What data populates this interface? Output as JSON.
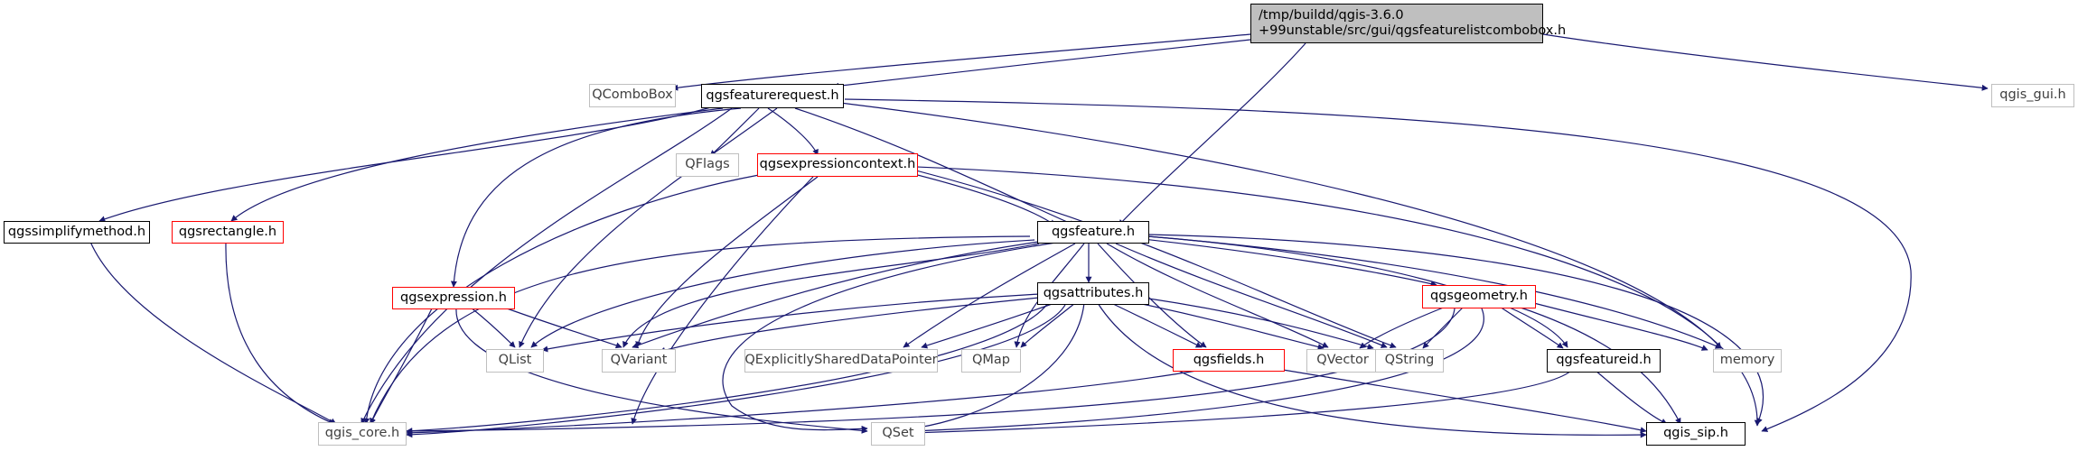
{
  "graph": {
    "root": {
      "line1": "/tmp/buildd/qgis-3.6.0",
      "line2": "+99unstable/src/gui/qgsfeaturelistcombobox.h"
    },
    "nodes": {
      "qcombobox": "QComboBox",
      "qgsfeaturerequest_h": "qgsfeaturerequest.h",
      "qgis_gui_h": "qgis_gui.h",
      "qflags": "QFlags",
      "qgsexpressioncontext_h": "qgsexpressioncontext.h",
      "qgssimplifymethod_h": "qgssimplifymethod.h",
      "qgsrectangle_h": "qgsrectangle.h",
      "qgsfeature_h": "qgsfeature.h",
      "qgsexpression_h": "qgsexpression.h",
      "qgsattributes_h": "qgsattributes.h",
      "qgsgeometry_h": "qgsgeometry.h",
      "qlist": "QList",
      "qvariant": "QVariant",
      "qexplicitlyshareddatapointer": "QExplicitlySharedDataPointer",
      "qmap": "QMap",
      "qgsfields_h": "qgsfields.h",
      "qvector": "QVector",
      "qstring": "QString",
      "qgsfeatureid_h": "qgsfeatureid.h",
      "memory": "memory",
      "qgis_core_h": "qgis_core.h",
      "qset": "QSet",
      "qgis_sip_h": "qgis_sip.h"
    },
    "colors": {
      "edge": "#191970",
      "node_border_documented": "#000000",
      "node_border_incomplete": "#ff0000",
      "node_border_external": "#bfbfbf",
      "root_fill": "#bfbfbf"
    }
  }
}
